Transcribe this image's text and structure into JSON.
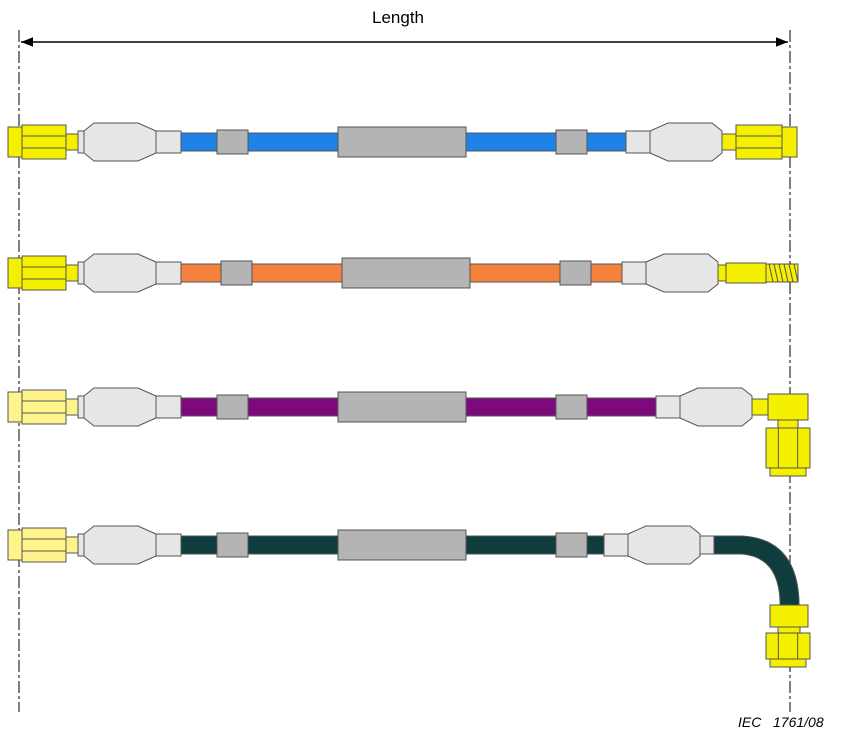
{
  "dimension": {
    "label": "Length"
  },
  "figure_ref": "IEC   1761/08",
  "colors": {
    "connector_yellow": "#f5f000",
    "connector_yellow_light": "#fff48c",
    "ferrule_light": "#e6e6e6",
    "marker_grey": "#b4b4b4",
    "outline": "#555555"
  },
  "assemblies": [
    {
      "name": "straight-to-straight",
      "cable_color": "#1e82e6",
      "left_connector": "straight",
      "right_connector": "straight"
    },
    {
      "name": "straight-to-straight-male",
      "cable_color": "#f5823c",
      "left_connector": "straight",
      "right_connector": "straight-male-threaded"
    },
    {
      "name": "straight-to-right-angle",
      "cable_color": "#7d0a7d",
      "left_connector": "straight",
      "right_connector": "right-angle"
    },
    {
      "name": "straight-to-bent-cable",
      "cable_color": "#0f3c3c",
      "left_connector": "straight",
      "right_connector": "bent-cable"
    }
  ]
}
